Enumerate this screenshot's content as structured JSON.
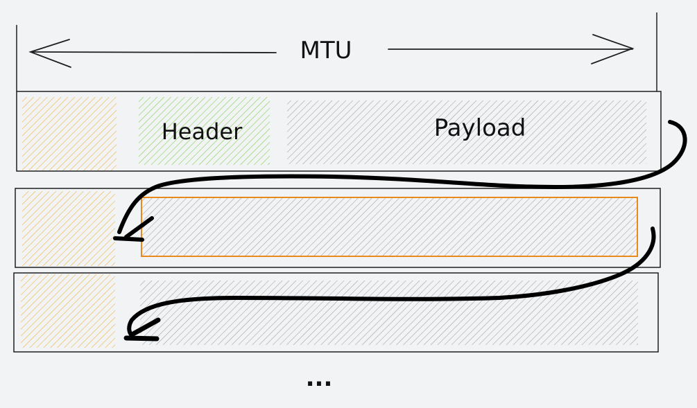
{
  "diagram": {
    "mtu_label": "MTU",
    "header_label": "Header",
    "payload_label": "Payload",
    "continuation_label": "...",
    "packets": [
      {
        "segments": [
          "yellow-prefix",
          "header",
          "payload"
        ]
      },
      {
        "segments": [
          "yellow-prefix",
          "payload-continuation-highlighted"
        ]
      },
      {
        "segments": [
          "yellow-prefix",
          "payload-continuation"
        ]
      }
    ],
    "colors": {
      "background": "#f1f3f5",
      "outline": "#1e1e1e",
      "yellow_hatch": "#f2b33d",
      "green_hatch": "#7fd14c",
      "gray_hatch": "#9aa0a6",
      "orange_outline": "#e8891a",
      "arrow": "#000000"
    }
  }
}
